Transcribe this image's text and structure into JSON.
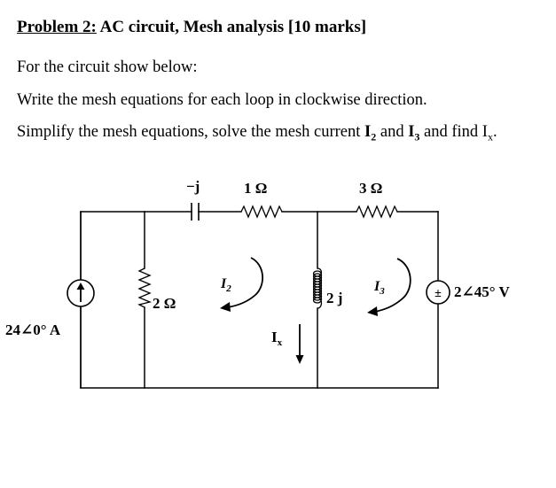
{
  "problem": {
    "label": "Problem 2:",
    "heading": " AC circuit, Mesh analysis [10 marks]"
  },
  "instructions": {
    "line1": "For the circuit show below:",
    "line2": "Write the mesh equations for each loop in clockwise direction.",
    "line3_a": "Simplify the mesh equations, solve the mesh current ",
    "line3_i2": "I",
    "line3_i2_sub": "2",
    "line3_and": " and ",
    "line3_i3": "I",
    "line3_i3_sub": "3",
    "line3_b": " and find I",
    "line3_ix_sub": "x",
    "line3_end": "."
  },
  "circuit": {
    "capacitor_label": "−j",
    "resistor_top1_label": "1 Ω",
    "resistor_top2_label": "3 Ω",
    "resistor_left_label": "2 Ω",
    "inductor_label": "2 j",
    "current_source_label": "24∠0° A",
    "voltage_source_symbol": "±",
    "voltage_source_label": "2∠45° V",
    "mesh2_label": "I",
    "mesh2_sub": "2",
    "mesh3_label": "I",
    "mesh3_sub": "3",
    "ix_label": "I",
    "ix_sub": "x"
  }
}
